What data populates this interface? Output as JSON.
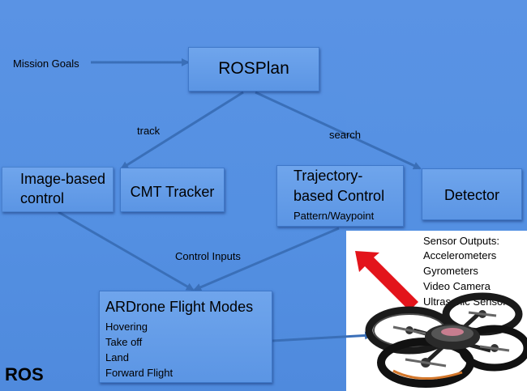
{
  "panels": {
    "ros_label": "ROS"
  },
  "nodes": {
    "rosplan": {
      "title": "ROSPlan"
    },
    "image_based_control": {
      "line1": "Image-based",
      "line2": "control"
    },
    "cmt_tracker": {
      "title": "CMT Tracker"
    },
    "trajectory_control": {
      "line1": "Trajectory-",
      "line2": "based Control",
      "sub": "Pattern/Waypoint"
    },
    "detector": {
      "title": "Detector"
    },
    "ardrone_modes": {
      "title": "ARDrone Flight Modes",
      "modes": [
        "Hovering",
        "Take off",
        "Land",
        "Forward Flight"
      ]
    }
  },
  "edge_labels": {
    "mission_goals": "Mission Goals",
    "track": "track",
    "search": "search",
    "control_inputs": "Control Inputs"
  },
  "sensor_outputs": {
    "title": "Sensor Outputs:",
    "items": [
      "Accelerometers",
      "Gyrometers",
      "Video Camera",
      "Ultrasonic Sensor"
    ]
  },
  "colors": {
    "ros_panel": "#5490e2",
    "node_fill": "#6fa5ec",
    "arrow": "#3a6fb8",
    "highlight_arrow": "#e3141b"
  }
}
